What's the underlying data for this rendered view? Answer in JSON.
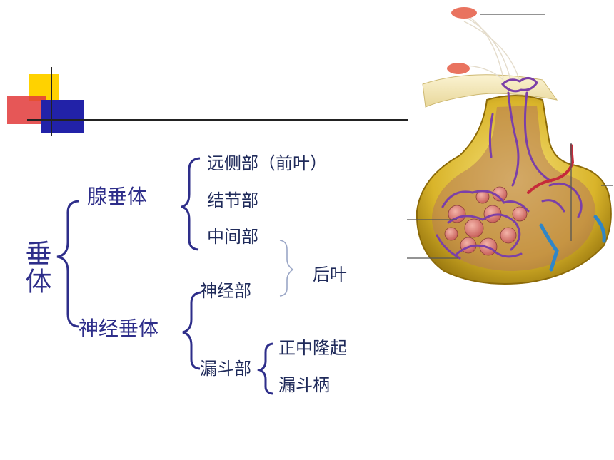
{
  "colors": {
    "bracket": "#2e2e8a",
    "text_blue": "#2e2e8a",
    "text_dark": "#1f2a5a",
    "posterior_bracket": "#9aa6c6",
    "deco_yellow": "#ffd200",
    "deco_red": "#e23a3a",
    "deco_blue": "#2222a8"
  },
  "tree": {
    "root": "垂体",
    "branch_adeno": {
      "label": "腺垂体",
      "children": [
        "远侧部（前叶）",
        "结节部",
        "中间部"
      ]
    },
    "branch_neuro": {
      "label": "神经垂体",
      "children": [
        "神经部",
        "漏斗部"
      ],
      "infundibulum_children": [
        "正中隆起",
        "漏斗柄"
      ]
    },
    "posterior_lobe": "后叶"
  },
  "illustration": {
    "subject": "pituitary-gland-cutaway",
    "leader_lines": 5
  }
}
